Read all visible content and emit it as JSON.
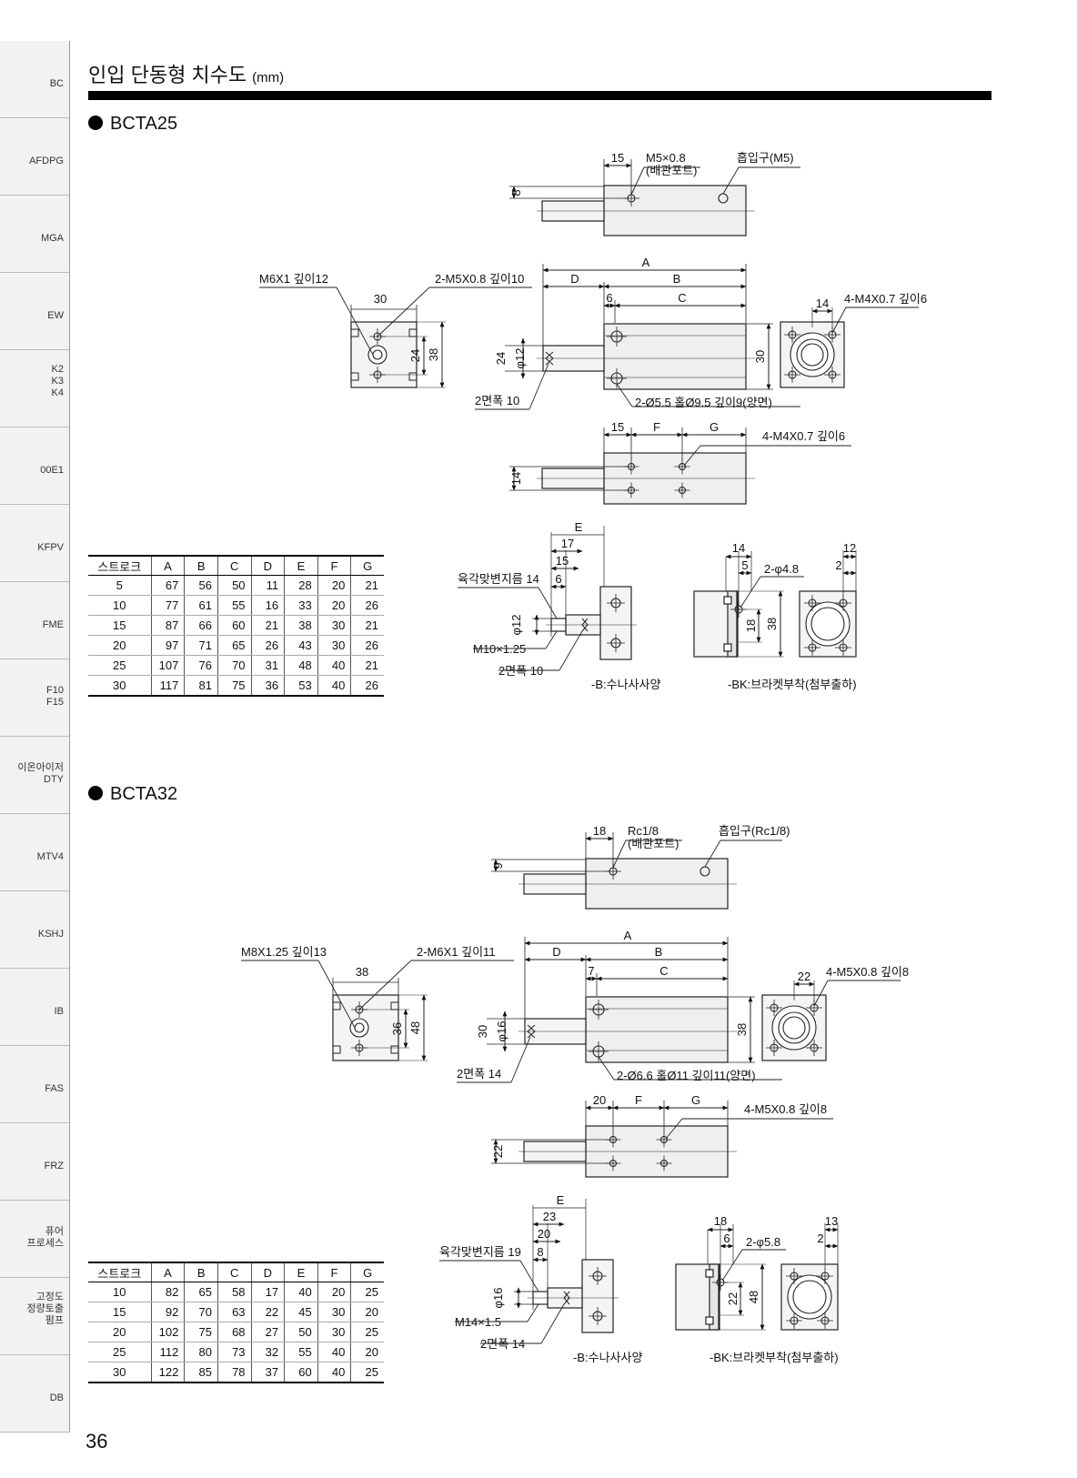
{
  "side_tabs": [
    "BC",
    "AFDPG",
    "MGA",
    "EW",
    "K2\nK3\nK4",
    "00E1",
    "KFPV",
    "FME",
    "F10\nF15",
    "이온아이저\nDTY",
    "MTV4",
    "KSHJ",
    "IB",
    "FAS",
    "FRZ",
    "퓨어\n프로세스",
    "고정도\n정량토출\n펌프",
    "DB"
  ],
  "active_tab": "BC",
  "title": "인입 단동형 치수도",
  "title_unit": "(mm)",
  "page_number": "36",
  "sections": [
    {
      "name": "BCTA25",
      "table": {
        "headers": [
          "스트로크",
          "A",
          "B",
          "C",
          "D",
          "E",
          "F",
          "G"
        ],
        "rows": [
          [
            "5",
            "67",
            "56",
            "50",
            "11",
            "28",
            "20",
            "21"
          ],
          [
            "10",
            "77",
            "61",
            "55",
            "16",
            "33",
            "20",
            "26"
          ],
          [
            "15",
            "87",
            "66",
            "60",
            "21",
            "38",
            "30",
            "21"
          ],
          [
            "20",
            "97",
            "71",
            "65",
            "26",
            "43",
            "30",
            "26"
          ],
          [
            "25",
            "107",
            "76",
            "70",
            "31",
            "48",
            "40",
            "21"
          ],
          [
            "30",
            "117",
            "81",
            "75",
            "36",
            "53",
            "40",
            "26"
          ]
        ]
      },
      "labels": {
        "d15": "15",
        "port": "M5×0.8",
        "port_sub": "(배관포트)",
        "intake": "흡입구(M5)",
        "d8": "8",
        "A": "A",
        "D": "D",
        "B": "B",
        "d6": "6",
        "C": "C",
        "mount": "M6X1 깊이12",
        "side_tap": "2-M5X0.8 깊이10",
        "d30": "30",
        "d24": "24",
        "d38": "38",
        "d24b": "24",
        "phi12": "φ12",
        "d30b": "30",
        "wrench": "2면폭 10",
        "holes": "2-Ø5.5 홀Ø9.5 깊이9(양면)",
        "d14": "14",
        "rear_tap": "4-M4X0.7 깊이6",
        "d15b": "15",
        "F": "F",
        "G": "G",
        "bottom_tap": "4-M4X0.7 깊이6",
        "d14b": "14",
        "E": "E",
        "d17": "17",
        "d15c": "15",
        "hex": "육각맞변지름 14",
        "d6b": "6",
        "phi12b": "φ12",
        "thread": "M10×1.25",
        "wrench_b": "2면폭 10",
        "opt_b": "-B:수나사사양",
        "d14c": "14",
        "d12": "12",
        "d5": "5",
        "bk_hole": "2-φ4.8",
        "d2": "2",
        "d18": "18",
        "d38b": "38",
        "opt_bk": "-BK:브라켓부착(첨부출하)"
      }
    },
    {
      "name": "BCTA32",
      "table": {
        "headers": [
          "스트로크",
          "A",
          "B",
          "C",
          "D",
          "E",
          "F",
          "G"
        ],
        "rows": [
          [
            "10",
            "82",
            "65",
            "58",
            "17",
            "40",
            "20",
            "25"
          ],
          [
            "15",
            "92",
            "70",
            "63",
            "22",
            "45",
            "30",
            "20"
          ],
          [
            "20",
            "102",
            "75",
            "68",
            "27",
            "50",
            "30",
            "25"
          ],
          [
            "25",
            "112",
            "80",
            "73",
            "32",
            "55",
            "40",
            "20"
          ],
          [
            "30",
            "122",
            "85",
            "78",
            "37",
            "60",
            "40",
            "25"
          ]
        ]
      },
      "labels": {
        "d15": "18",
        "port": "Rc1/8",
        "port_sub": "(배관포트)",
        "intake": "흡입구(Rc1/8)",
        "d8": "9",
        "A": "A",
        "D": "D",
        "B": "B",
        "d6": "7",
        "C": "C",
        "mount": "M8X1.25 깊이13",
        "side_tap": "2-M6X1 깊이11",
        "d30": "38",
        "d24": "36",
        "d38": "48",
        "d24b": "30",
        "phi12": "φ16",
        "d30b": "38",
        "wrench": "2면폭 14",
        "holes": "2-Ø6.6 홀Ø11 깊이11(양면)",
        "d14": "22",
        "rear_tap": "4-M5X0.8 깊이8",
        "d15b": "20",
        "F": "F",
        "G": "G",
        "bottom_tap": "4-M5X0.8 깊이8",
        "d14b": "22",
        "E": "E",
        "d17": "23",
        "d15c": "20",
        "hex": "육각맞변지름 19",
        "d6b": "8",
        "phi12b": "φ16",
        "thread": "M14×1.5",
        "wrench_b": "2면폭 14",
        "opt_b": "-B:수나사사양",
        "d14c": "18",
        "d12": "13",
        "d5": "6",
        "bk_hole": "2-φ5.8",
        "d2": "2",
        "d18": "22",
        "d38b": "48",
        "opt_bk": "-BK:브라켓부착(첨부출하)"
      }
    }
  ]
}
